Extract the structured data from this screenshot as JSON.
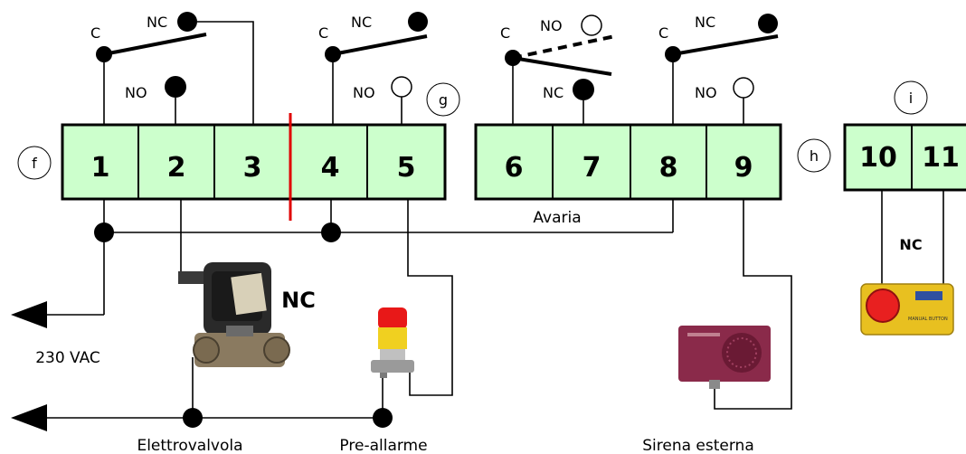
{
  "terminals": {
    "t1": "1",
    "t2": "2",
    "t3": "3",
    "t4": "4",
    "t5": "5",
    "t6": "6",
    "t7": "7",
    "t8": "8",
    "t9": "9",
    "t10": "10",
    "t11": "11"
  },
  "markers": {
    "f": "f",
    "g": "g",
    "h": "h",
    "i": "i"
  },
  "contacts": {
    "relay1": {
      "c": "C",
      "nc": "NC",
      "no": "NO"
    },
    "relay2": {
      "c": "C",
      "nc": "NC",
      "no": "NO"
    },
    "relay3": {
      "c": "C",
      "no": "NO",
      "nc": "NC"
    },
    "relay4": {
      "c": "C",
      "nc": "NC",
      "no": "NO"
    }
  },
  "labels": {
    "avaria": "Avaria",
    "nc_button": "NC",
    "nc_valve": "NC",
    "supply": "230 VAC",
    "elettrovalvola": "Elettrovalvola",
    "preallarme": "Pre-allarme",
    "sirena": "Sirena esterna"
  },
  "devices": {
    "button_text": "MANUAL BUTTON"
  },
  "colors": {
    "terminal_fill": "#ccffcc",
    "separator": "#e00000",
    "beacon_red": "#e81818",
    "beacon_yellow": "#f0d020",
    "siren_body": "#8a2a4a",
    "button_plate": "#e8c020",
    "valve_body": "#2a2a2a"
  }
}
